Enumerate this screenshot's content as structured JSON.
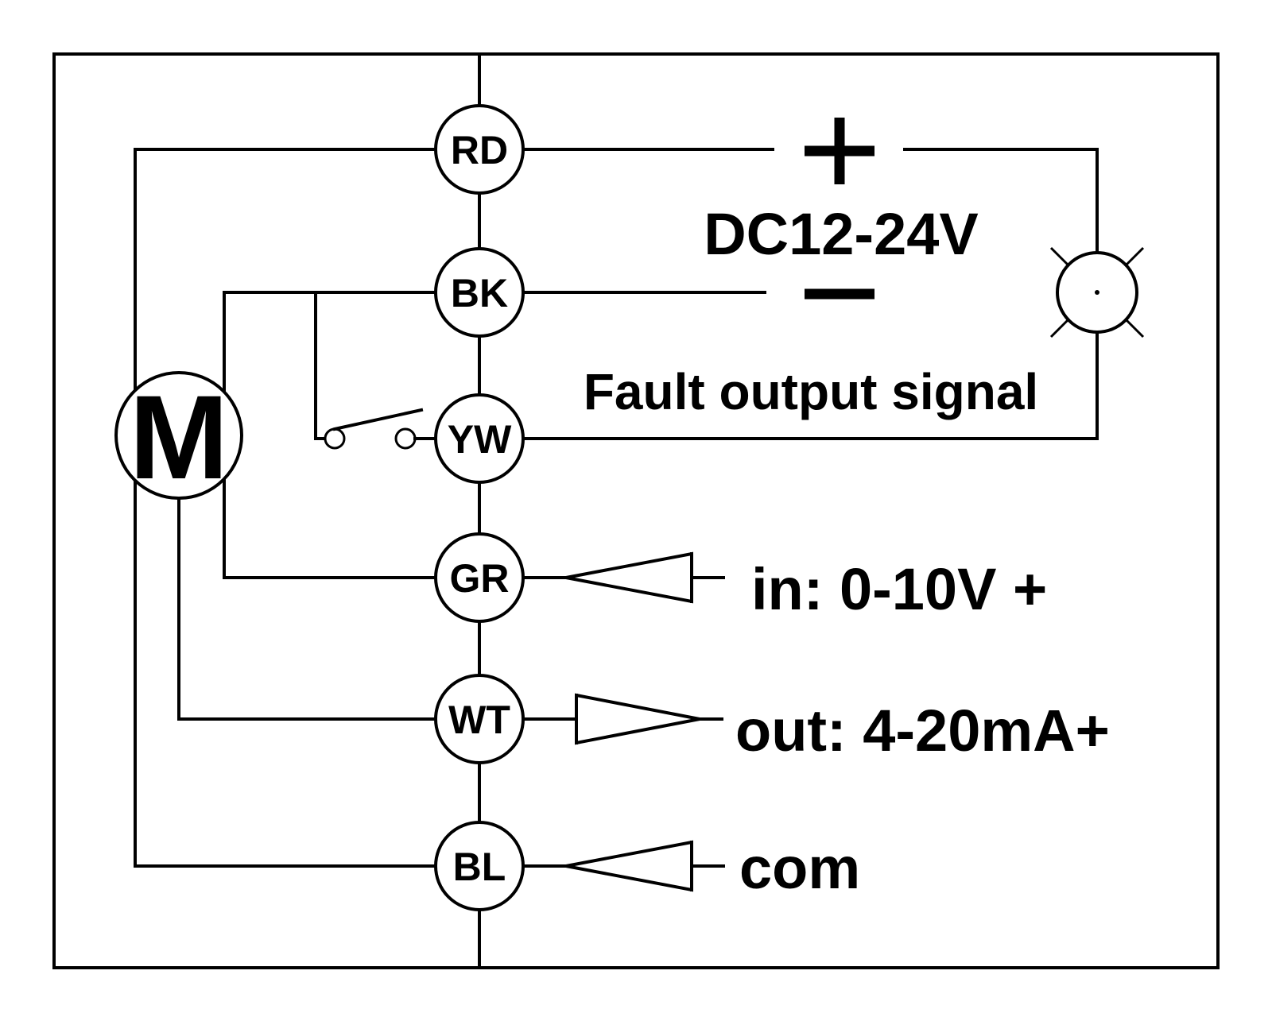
{
  "terminals": {
    "rd": "RD",
    "bk": "BK",
    "yw": "YW",
    "gr": "GR",
    "wt": "WT",
    "bl": "BL"
  },
  "motor_label": "M",
  "power": {
    "plus_symbol": "+",
    "voltage": "DC12-24V",
    "minus_symbol": "—"
  },
  "fault_label": "Fault output signal",
  "input_label": "in: 0-10V +",
  "output_label": "out: 4-20mA+",
  "common_label": "com"
}
